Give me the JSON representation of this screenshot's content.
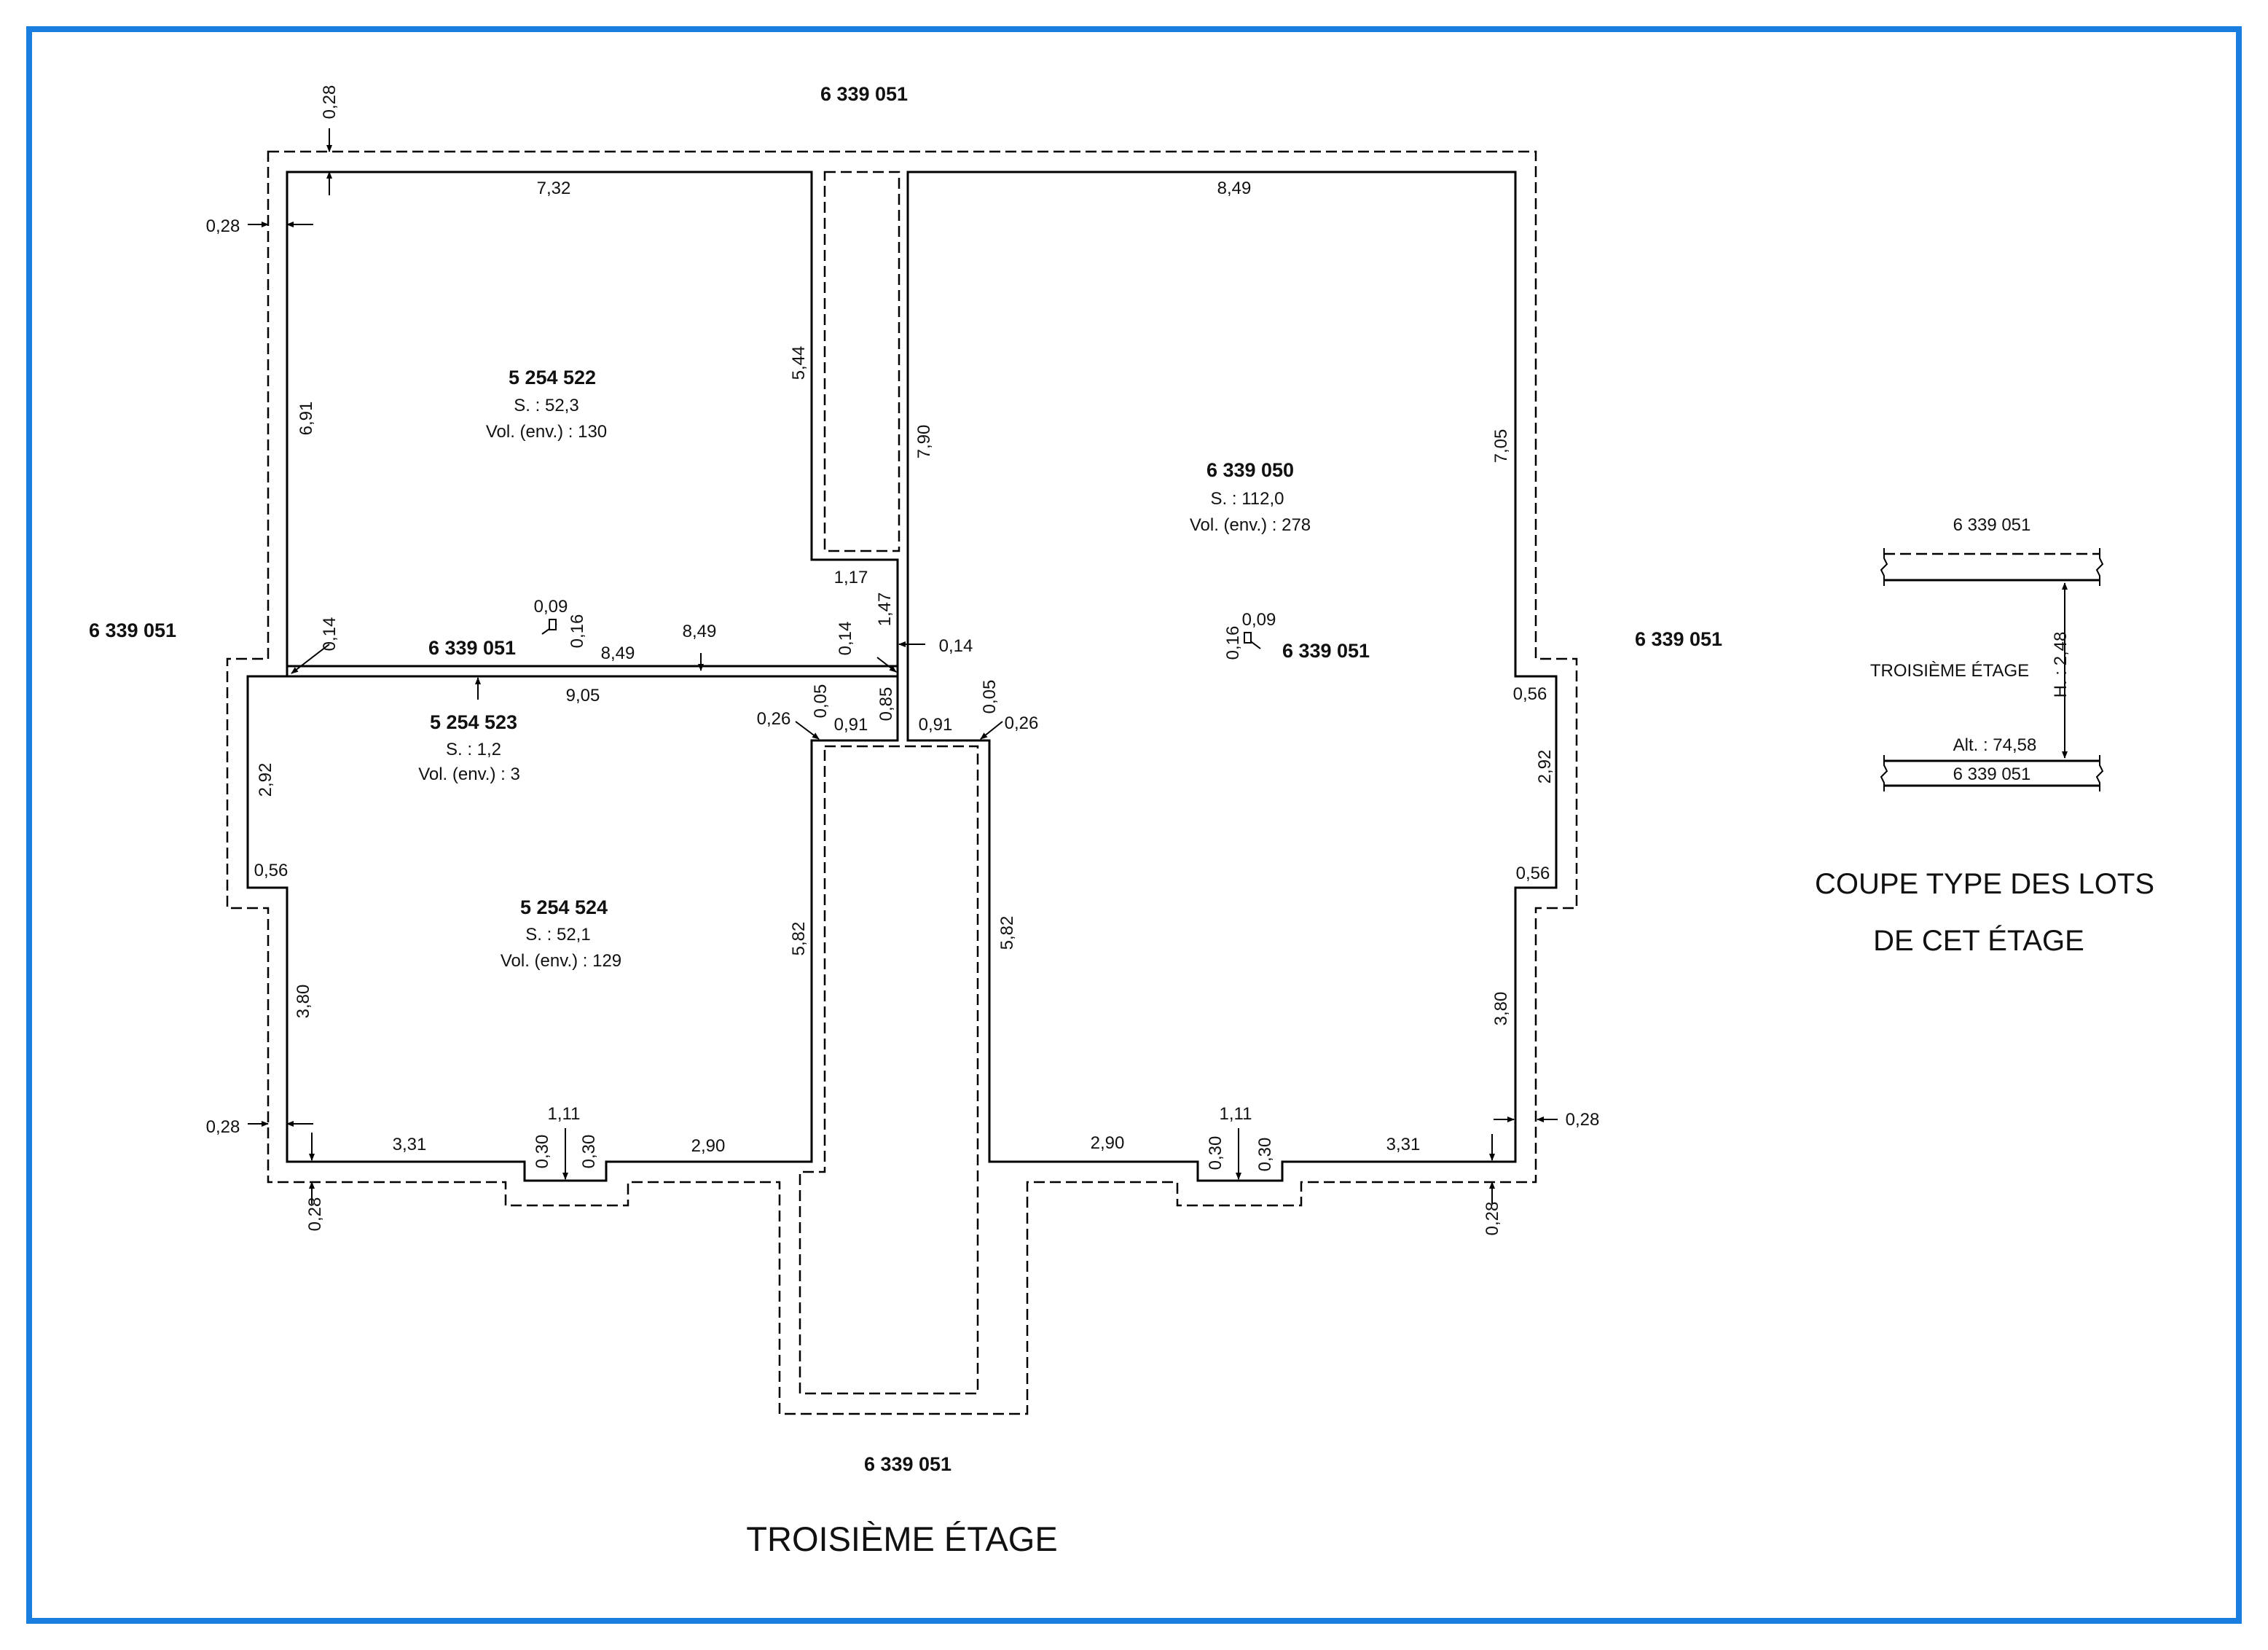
{
  "frame": {
    "border_color": "#1a7ee0"
  },
  "title": "TROISIÈME ÉTAGE",
  "neighbor_labels": {
    "top": "6 339 051",
    "left": "6 339 051",
    "right": "6 339 051",
    "bottom": "6 339 051",
    "corridor": "6 339 051",
    "right_inner": "6 339 051"
  },
  "lots": {
    "lot_5254522": {
      "id": "5 254 522",
      "surface": "S. : 52,3",
      "volume": "Vol. (env.) : 130"
    },
    "lot_6339050": {
      "id": "6 339 050",
      "surface": "S. : 112,0",
      "volume": "Vol. (env.) : 278"
    },
    "lot_5254523": {
      "id": "5 254 523",
      "surface": "S. : 1,2",
      "volume": "Vol. (env.) : 3"
    },
    "lot_5254524": {
      "id": "5 254 524",
      "surface": "S. : 52,1",
      "volume": "Vol. (env.) : 129"
    }
  },
  "dimensions": {
    "top_left_offset_v": "0,28",
    "top_left_offset_h": "0,28",
    "lot522_top": "7,32",
    "lot522_left": "6,91",
    "lot522_right": "5,44",
    "lot522_notch": "1,17",
    "notch_147": "1,47",
    "notch_014_a": "0,14",
    "notch_014_b": "0,14",
    "center_wall": "7,90",
    "lot050_top": "8,49",
    "lot050_right": "7,05",
    "corridor_pt_009": "0,09",
    "corridor_pt_016": "0,16",
    "corridor_049": "8,49",
    "corridor_849": "8,49",
    "corridor_905": "9,05",
    "corridor_014_left": "0,14",
    "lot050_pt_009": "0,09",
    "lot050_pt_016": "0,16",
    "left_005": "0,05",
    "left_026": "0,26",
    "left_085": "0,85",
    "left_091": "0,91",
    "right_091": "0,91",
    "right_005": "0,05",
    "right_026": "0,26",
    "left_292": "2,92",
    "left_056_a": "0,56",
    "right_056_a": "0,56",
    "right_292": "2,92",
    "right_056_b": "0,56",
    "left_582": "5,82",
    "right_582": "5,82",
    "left_380": "3,80",
    "right_380": "3,80",
    "left_bottom_028_h": "0,28",
    "left_bottom_028_v": "0,28",
    "left_bottom_331": "3,31",
    "left_bottom_111": "1,11",
    "left_bottom_030_a": "0,30",
    "left_bottom_030_b": "0,30",
    "left_bottom_290": "2,90",
    "right_bottom_290": "2,90",
    "right_bottom_111": "1,11",
    "right_bottom_030_a": "0,30",
    "right_bottom_030_b": "0,30",
    "right_bottom_331": "3,31",
    "right_bottom_028_h": "0,28",
    "right_bottom_028_v": "0,28"
  },
  "legend": {
    "top_lot": "6 339 051",
    "floor": "TROISIÈME ÉTAGE",
    "height": "H. : 2,48",
    "altitude": "Alt. : 74,58",
    "bottom_lot": "6 339 051",
    "caption_line1": "COUPE TYPE DES LOTS",
    "caption_line2": "DE CET ÉTAGE"
  }
}
